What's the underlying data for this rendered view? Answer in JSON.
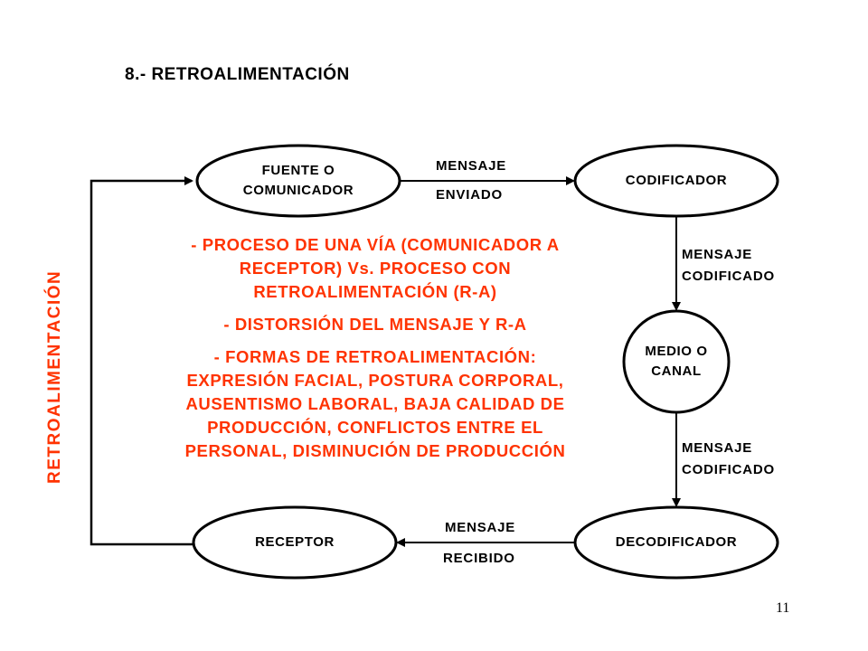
{
  "slide": {
    "title": "8.- RETROALIMENTACIÓN",
    "page_number": "11"
  },
  "nodes": {
    "source": [
      "FUENTE O",
      "COMUNICADOR"
    ],
    "encoder": [
      "CODIFICADOR"
    ],
    "channel": [
      "MEDIO O",
      "CANAL"
    ],
    "decoder": [
      "DECODIFICADOR"
    ],
    "receiver": [
      "RECEPTOR"
    ]
  },
  "edges": {
    "sent": [
      "MENSAJE",
      "ENVIADO"
    ],
    "encoded_1": [
      "MENSAJE",
      "CODIFICADO"
    ],
    "encoded_2": [
      "MENSAJE",
      "CODIFICADO"
    ],
    "received": [
      "MENSAJE",
      "RECIBIDO"
    ]
  },
  "feedback_label": "RETROALIMENTACIÓN",
  "notes": [
    [
      "- PROCESO DE UNA VÍA (COMUNICADOR A",
      "RECEPTOR) Vs. PROCESO CON",
      "RETROALIMENTACIÓN (R-A)"
    ],
    [
      "- DISTORSIÓN DEL MENSAJE Y R-A"
    ],
    [
      "- FORMAS DE RETROALIMENTACIÓN:",
      "EXPRESIÓN FACIAL, POSTURA CORPORAL,",
      "AUSENTISMO LABORAL, BAJA CALIDAD DE",
      "PRODUCCIÓN, CONFLICTOS ENTRE EL",
      "PERSONAL, DISMINUCIÓN DE PRODUCCIÓN"
    ]
  ],
  "colors": {
    "accent": "#ff3300",
    "ink": "#000000"
  }
}
